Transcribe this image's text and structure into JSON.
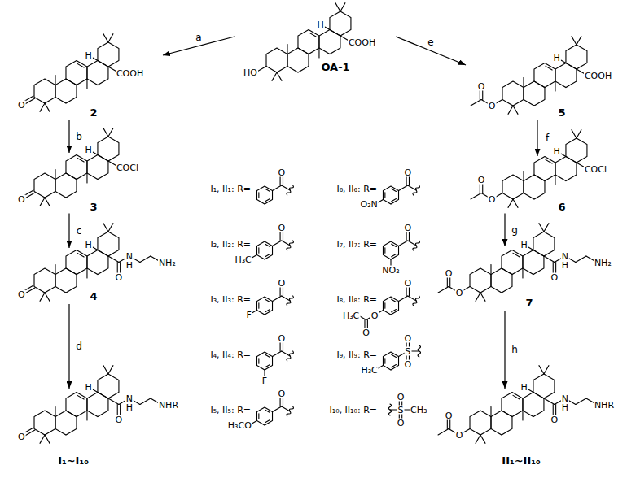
{
  "diagram": {
    "nodes": [
      {
        "text": [
          "OA-1"
        ]
      },
      {
        "text": [
          "2"
        ]
      },
      {
        "text": [
          "3"
        ]
      },
      {
        "text": [
          "4"
        ]
      },
      {
        "text": [
          "I₁~I₁₀"
        ]
      },
      {
        "text": [
          "5"
        ]
      },
      {
        "text": [
          "6"
        ]
      },
      {
        "text": [
          "7"
        ]
      },
      {
        "text": [
          "II₁~II₁₀"
        ]
      }
    ],
    "edges": [
      {
        "from": 0,
        "to": 1,
        "label": "a",
        "arrow": "to"
      },
      {
        "from": 1,
        "to": 2,
        "label": "b",
        "arrow": "to"
      },
      {
        "from": 2,
        "to": 3,
        "label": "c",
        "arrow": "to"
      },
      {
        "from": 3,
        "to": 4,
        "label": "d",
        "arrow": "to"
      },
      {
        "from": 0,
        "to": 5,
        "label": "e",
        "arrow": "to"
      },
      {
        "from": 5,
        "to": 6,
        "label": "f",
        "arrow": "to"
      },
      {
        "from": 6,
        "to": 7,
        "label": "g",
        "arrow": "to"
      },
      {
        "from": 7,
        "to": 8,
        "label": "h",
        "arrow": "to"
      }
    ],
    "labels": [
      "HO",
      "H",
      "COOH",
      "O",
      "H",
      "COOH",
      "O",
      "H",
      "COCl",
      "O",
      "H",
      "O",
      "N",
      "H",
      "NH₂",
      "O",
      "H",
      "O",
      "N",
      "H",
      "NHR",
      "O",
      "O",
      "H",
      "COOH",
      "O",
      "O",
      "H",
      "COCl",
      "O",
      "O",
      "H",
      "O",
      "N",
      "H",
      "NH₂",
      "O",
      "O",
      "H",
      "O",
      "N",
      "H",
      "NHR",
      "I₁, II₁: R=",
      "O",
      "I₂, II₂: R=",
      "O",
      "H₃C",
      "I₃, II₃: R=",
      "O",
      "F",
      "I₄, II₄: R=",
      "O",
      "F",
      "I₅, II₅: R=",
      "O",
      "H₃CO",
      "I₆, II₆: R=",
      "O",
      "O₂N",
      "I₇, II₇: R=",
      "O",
      "NO₂",
      "I₈, II₈: R=",
      "O",
      "O",
      "H₃C",
      "O",
      "I₉, II₉: R=",
      "S",
      "O",
      "O",
      "H₃C",
      "I₁₀, II₁₀: R=",
      "S",
      "O",
      "O",
      "CH₃"
    ]
  }
}
